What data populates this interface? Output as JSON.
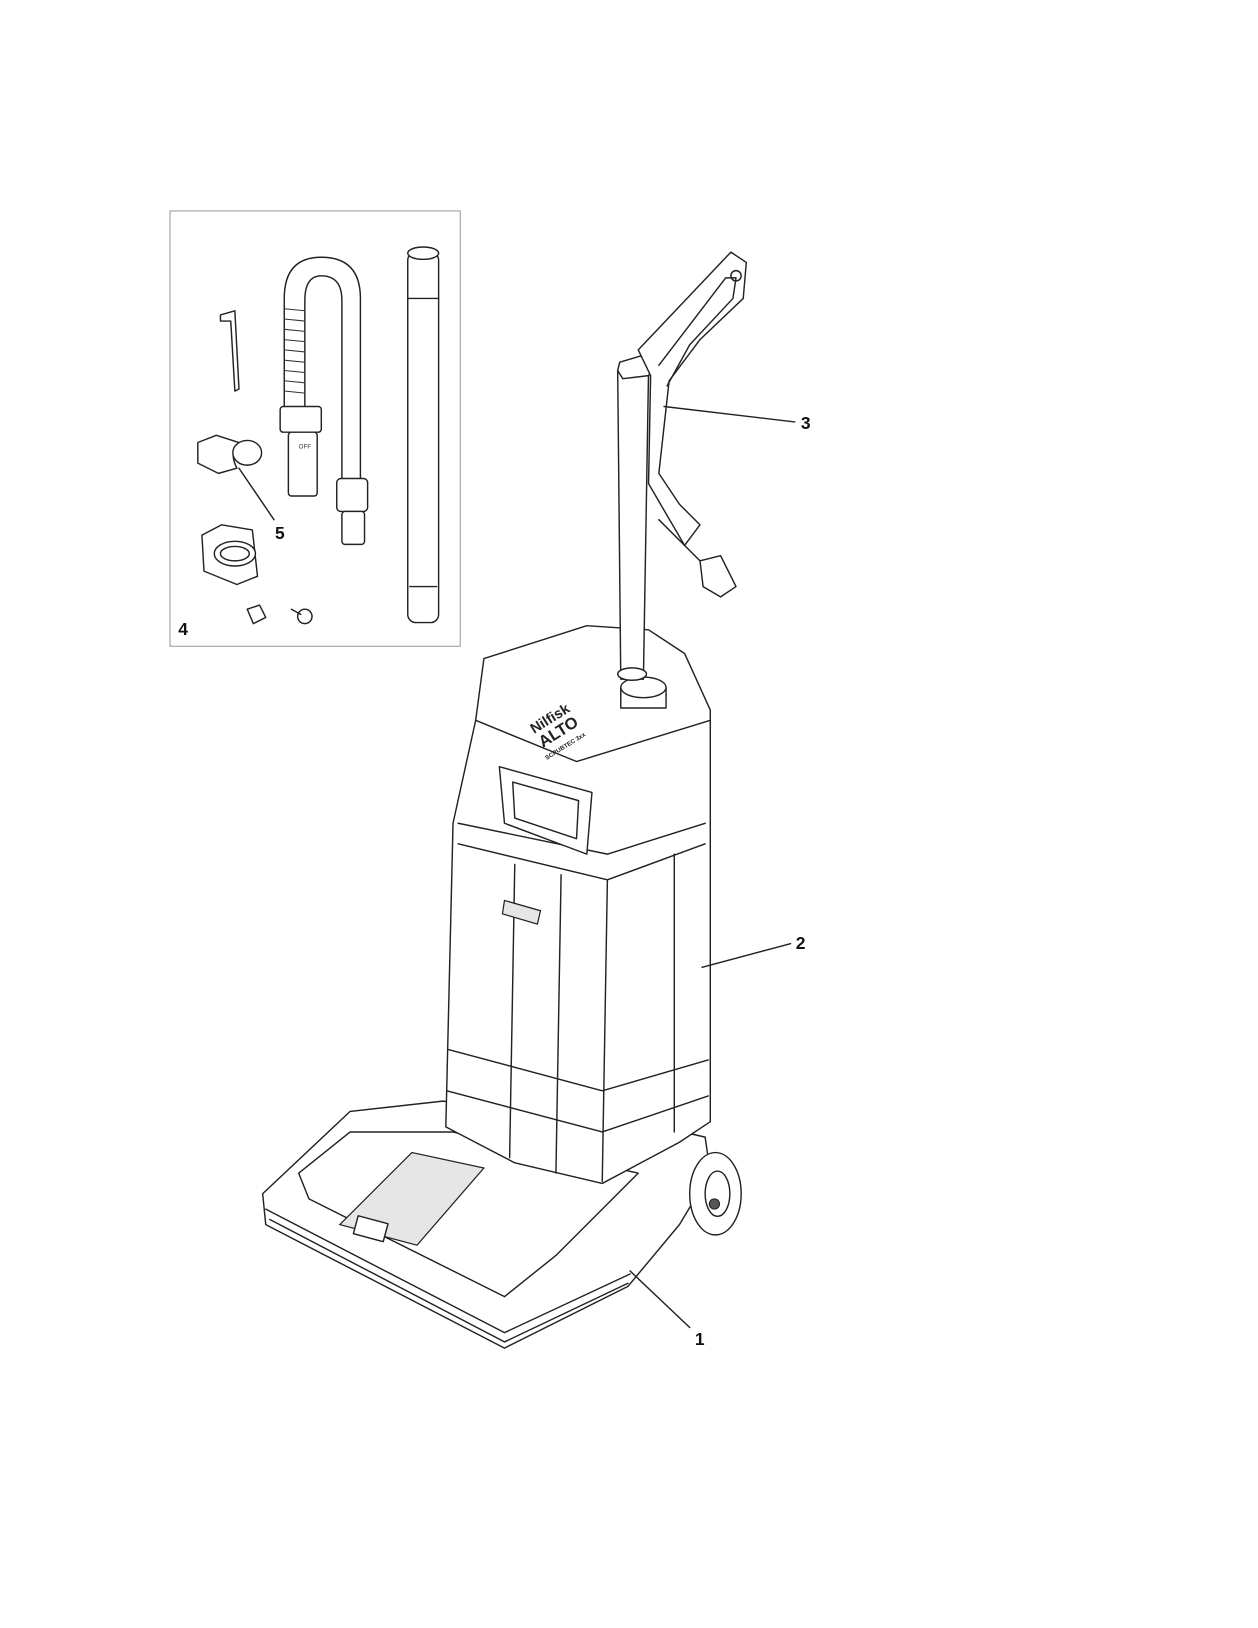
{
  "callouts": [
    {
      "id": "1",
      "label": "1"
    },
    {
      "id": "2",
      "label": "2"
    },
    {
      "id": "3",
      "label": "3"
    },
    {
      "id": "4",
      "label": "4"
    },
    {
      "id": "5",
      "label": "5"
    }
  ],
  "logo": {
    "brand_line1": "Nilfisk",
    "brand_line2": "ALTO",
    "model": "SCRUBTEC 3xx"
  },
  "hose_marking": "OFF"
}
